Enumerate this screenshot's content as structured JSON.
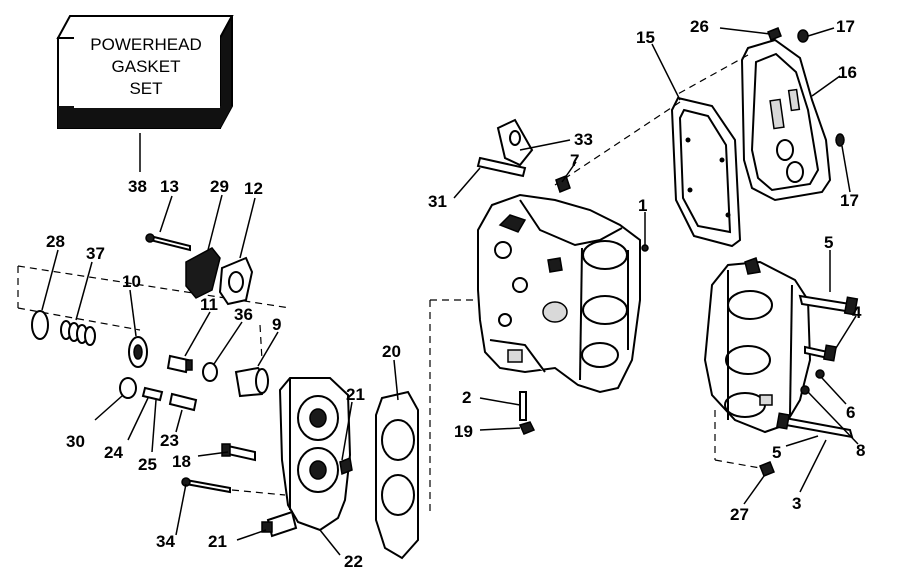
{
  "gasket_set_label": [
    "POWERHEAD",
    "GASKET",
    "SET"
  ],
  "callouts": {
    "c1": "1",
    "c2": "2",
    "c3": "3",
    "c4": "4",
    "c5a": "5",
    "c5b": "5",
    "c6": "6",
    "c7": "7",
    "c8": "8",
    "c9": "9",
    "c10": "10",
    "c11": "11",
    "c12": "12",
    "c13": "13",
    "c15": "15",
    "c16": "16",
    "c17a": "17",
    "c17b": "17",
    "c18": "18",
    "c19": "19",
    "c20": "20",
    "c21a": "21",
    "c21b": "21",
    "c22": "22",
    "c23": "23",
    "c24": "24",
    "c25": "25",
    "c26": "26",
    "c27": "27",
    "c28": "28",
    "c29": "29",
    "c30": "30",
    "c31": "31",
    "c33": "33",
    "c34": "34",
    "c36": "36",
    "c37": "37",
    "c38": "38"
  }
}
